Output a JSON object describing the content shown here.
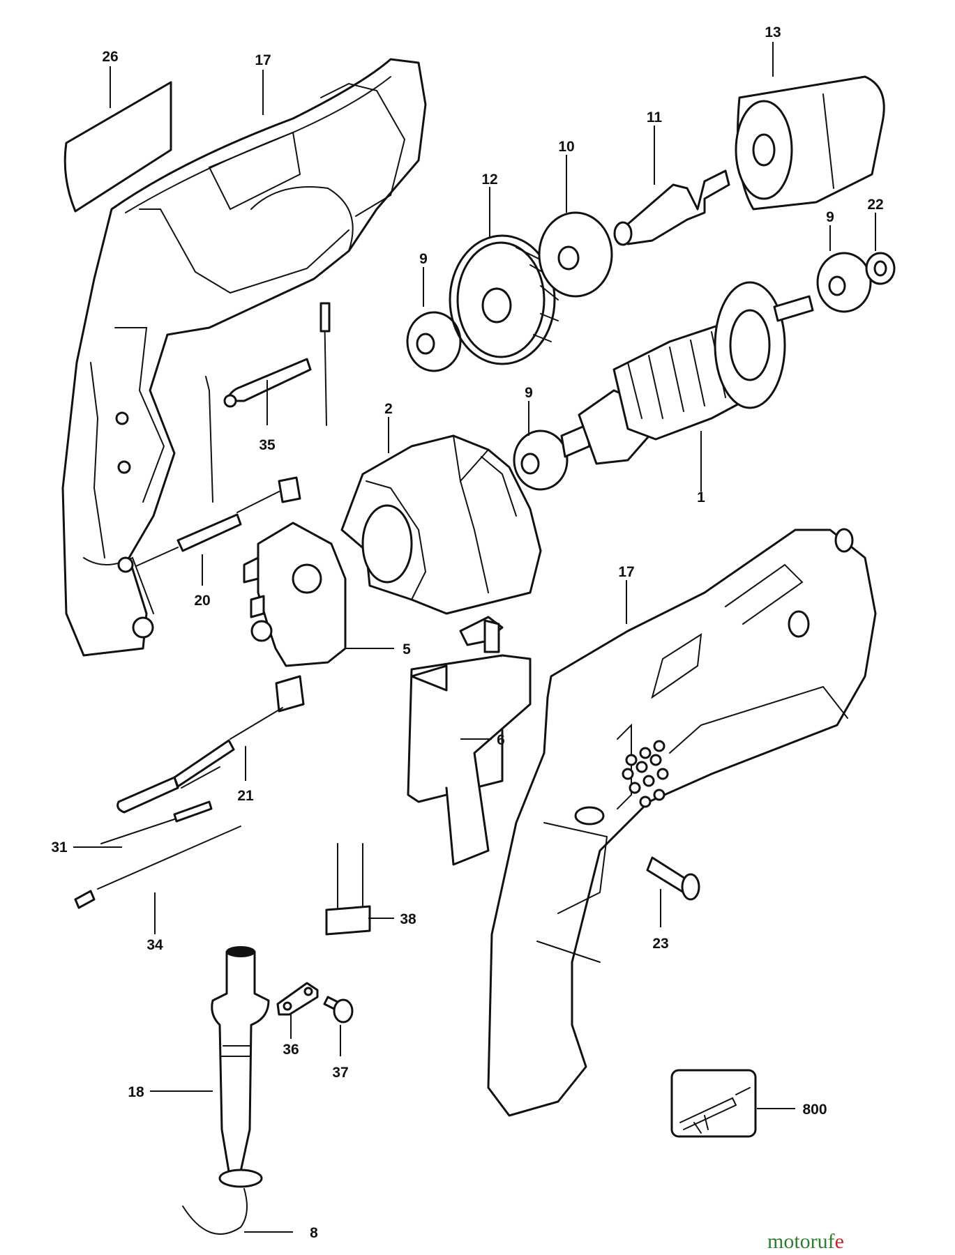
{
  "callouts": [
    {
      "id": "c26",
      "label": "26"
    },
    {
      "id": "c17a",
      "label": "17"
    },
    {
      "id": "c13",
      "label": "13"
    },
    {
      "id": "c11",
      "label": "11"
    },
    {
      "id": "c10",
      "label": "10"
    },
    {
      "id": "c12",
      "label": "12"
    },
    {
      "id": "c9a",
      "label": "9"
    },
    {
      "id": "c22",
      "label": "22"
    },
    {
      "id": "c9b",
      "label": "9"
    },
    {
      "id": "c9c",
      "label": "9"
    },
    {
      "id": "c2",
      "label": "2"
    },
    {
      "id": "c35",
      "label": "35"
    },
    {
      "id": "c1",
      "label": "1"
    },
    {
      "id": "c17b",
      "label": "17"
    },
    {
      "id": "c20",
      "label": "20"
    },
    {
      "id": "c5",
      "label": "5"
    },
    {
      "id": "c6",
      "label": "6"
    },
    {
      "id": "c21",
      "label": "21"
    },
    {
      "id": "c31",
      "label": "31"
    },
    {
      "id": "c34",
      "label": "34"
    },
    {
      "id": "c38",
      "label": "38"
    },
    {
      "id": "c23",
      "label": "23"
    },
    {
      "id": "c36",
      "label": "36"
    },
    {
      "id": "c37",
      "label": "37"
    },
    {
      "id": "c18",
      "label": "18"
    },
    {
      "id": "c800",
      "label": "800"
    },
    {
      "id": "c8",
      "label": "8"
    }
  ],
  "watermark": {
    "text": "motoruf",
    "suffix": "e",
    "color": "#2e7d32",
    "accent": "#c62828"
  },
  "colors": {
    "ink": "#111111",
    "paper": "#ffffff"
  }
}
